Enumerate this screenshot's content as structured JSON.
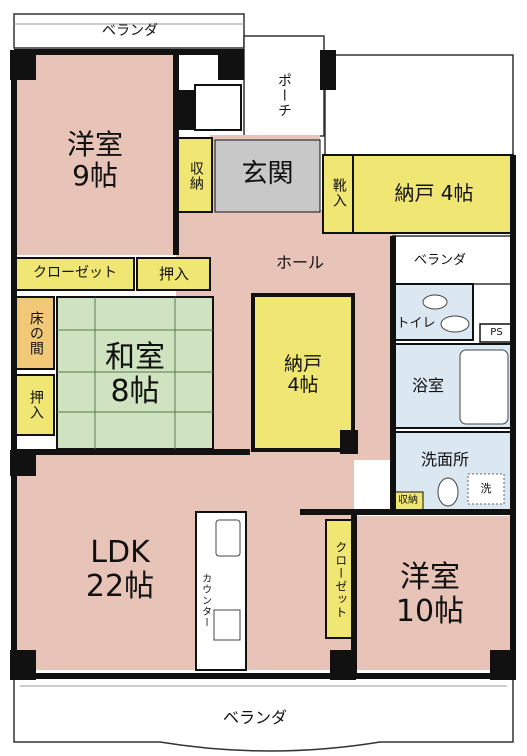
{
  "colors": {
    "wall": "#111111",
    "pink": "#e8c4b8",
    "yellow": "#f0e673",
    "tatami": "#cfe3c0",
    "tokonoma": "#f0c878",
    "gray": "#c8c8c8",
    "blue": "#dbe8f2",
    "white": "#ffffff"
  },
  "rooms": {
    "balcony_top": "ベランダ",
    "porch": "ポーチ",
    "western_9": "洋室\n9帖",
    "storage_entry": "収納",
    "genkan": "玄関",
    "shoe_closet": "靴入",
    "nando_4_top": "納戸 4帖",
    "hall": "ホール",
    "balcony_small": "ベランダ",
    "closet_upper": "クローゼット",
    "oshiire_upper": "押入",
    "tokonoma": "床の間",
    "washitsu": "和室\n8帖",
    "oshiire_left": "押入",
    "nando_4_mid": "納戸\n4帖",
    "toilet": "トイレ",
    "ps": "PS",
    "bath": "浴室",
    "washroom": "洗面所",
    "washroom_storage": "収納",
    "washer": "洗",
    "ldk": "LDK\n22帖",
    "counter": "カウンター",
    "closet_right": "クローゼット",
    "western_10": "洋室\n10帖",
    "balcony_bottom": "ベランダ"
  }
}
